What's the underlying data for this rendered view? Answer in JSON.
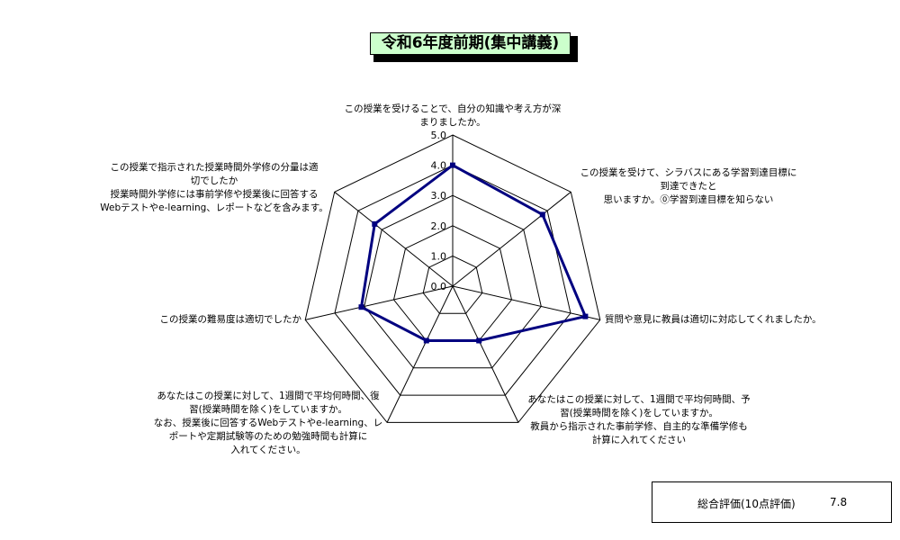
{
  "title": "令和6年度前期(集中講義)",
  "score": {
    "label": "総合評価(10点評価)",
    "value": "7.8"
  },
  "colors": {
    "series": "#000080",
    "grid": "#000000",
    "title_bg": "#ccffcc"
  },
  "chart_data": {
    "type": "radar",
    "rlim": [
      0,
      5
    ],
    "ticks": [
      "0.0",
      "1.0",
      "2.0",
      "3.0",
      "4.0",
      "5.0"
    ],
    "axes": [
      {
        "lines": [
          "この授業を受けることで、自分の知識や考え方が深",
          "まりましたか。"
        ]
      },
      {
        "lines": [
          "この授業を受けて、シラバスにある学習到達目標に",
          "到達できたと",
          "思いますか。⓪学習到達目標を知らない"
        ]
      },
      {
        "lines": [
          "質問や意見に教員は適切に対応してくれましたか。"
        ]
      },
      {
        "lines": [
          "あなたはこの授業に対して、1週間で平均何時間、予",
          "習(授業時間を除く)をしていますか。",
          "教員から指示された事前学修、自主的な準備学修も",
          "計算に入れてください"
        ]
      },
      {
        "lines": [
          "あなたはこの授業に対して、1週間で平均何時間、復",
          "習(授業時間を除く)をしていますか。",
          "なお、授業後に回答するWebテストやe-learning、レ",
          "ポートや定期試験等のための勉強時間も計算に",
          "入れてください。"
        ]
      },
      {
        "lines": [
          "この授業の難易度は適切でしたか"
        ]
      },
      {
        "lines": [
          "この授業で指示された授業時間外学修の分量は適",
          "切でしたか",
          "授業時間外学修には事前学修や授業後に回答する",
          "Webテストやe-learning、レポートなどを含みます。"
        ]
      }
    ],
    "values": [
      4.0,
      3.8,
      4.5,
      2.0,
      2.0,
      3.1,
      3.3
    ]
  }
}
